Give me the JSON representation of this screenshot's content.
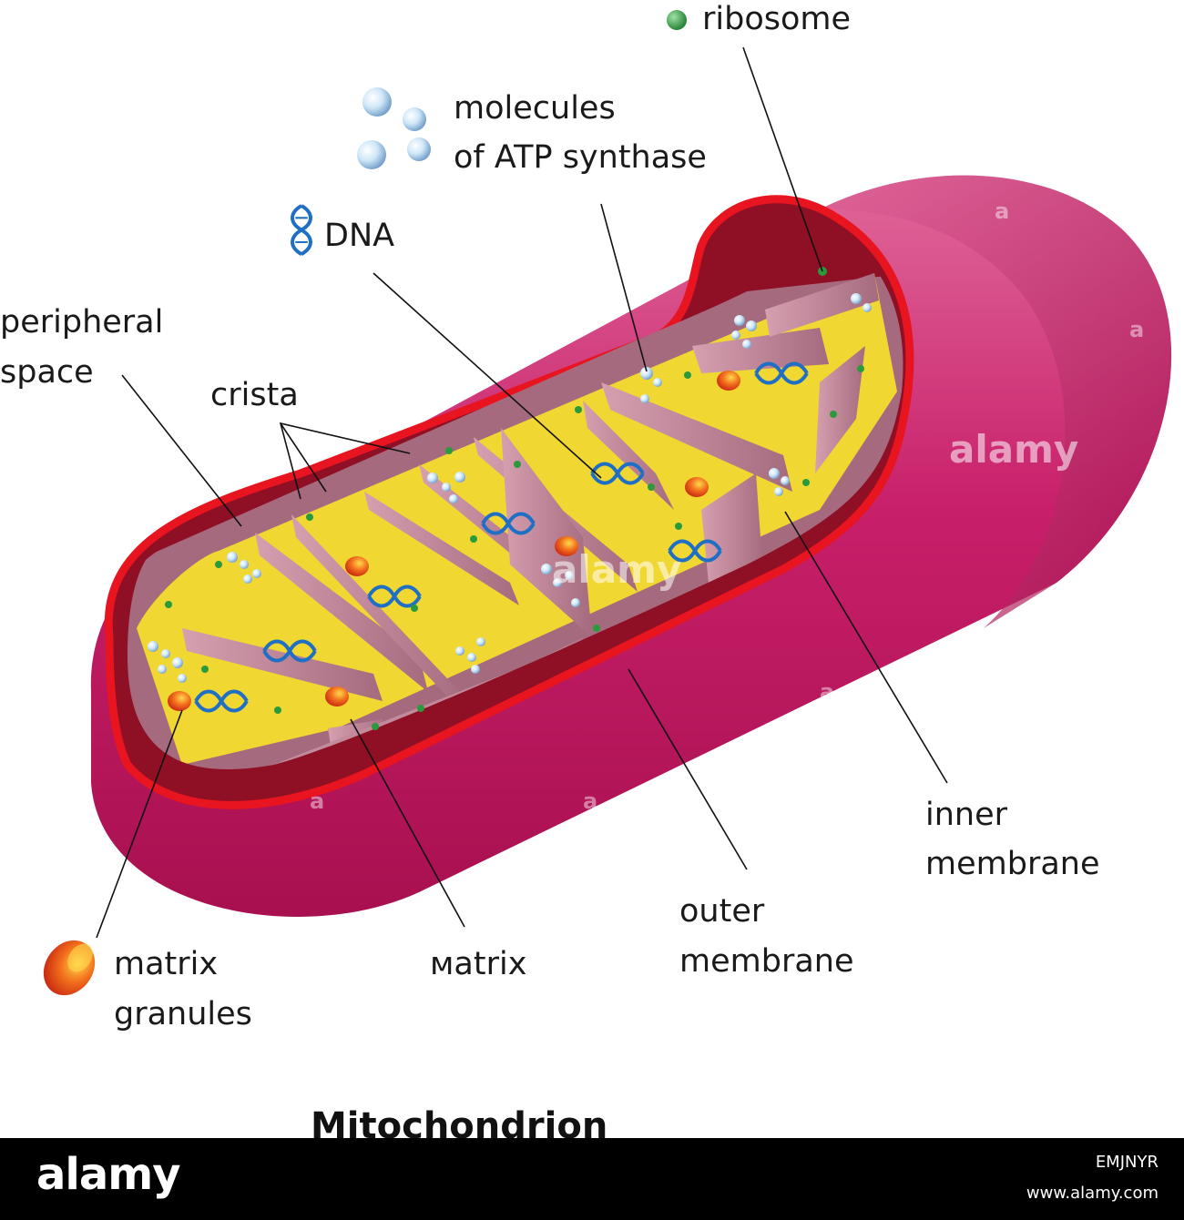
{
  "title": "Mitochondrion",
  "labels": {
    "ribosome": "ribosome",
    "atp_line1": "molecules",
    "atp_line2": "of ATP synthase",
    "dna": "DNA",
    "peripheral_line1": "peripheral",
    "peripheral_line2": "space",
    "crista": "crista",
    "inner_line1": "inner",
    "inner_line2": "membrane",
    "outer_line1": "outer",
    "outer_line2": "membrane",
    "matrix": "мatrix",
    "granules_line1": "matrix",
    "granules_line2": "granules"
  },
  "watermark": {
    "text": "alamy",
    "mark": "a"
  },
  "footer": {
    "logo": "alamy",
    "image_id": "EMJNYR",
    "url": "www.alamy.com"
  },
  "colors": {
    "outer_membrane": "#c0185e",
    "outer_membrane_light": "#e0699a",
    "inner_membrane_edge": "#e8141f",
    "intermembrane_space": "#8f0f24",
    "crista_wall": "#c28a9b",
    "crista_wall_dark": "#9e6478",
    "matrix": "#f0d731",
    "dna": "#1f6fc4",
    "ribosome": "#2a9a3c",
    "atp_synthase": "#b7dcf5",
    "granule": "#e84a1a"
  },
  "icons": [
    "ribosome-icon",
    "atp-synthase-icon",
    "dna-icon",
    "matrix-granule-icon"
  ]
}
